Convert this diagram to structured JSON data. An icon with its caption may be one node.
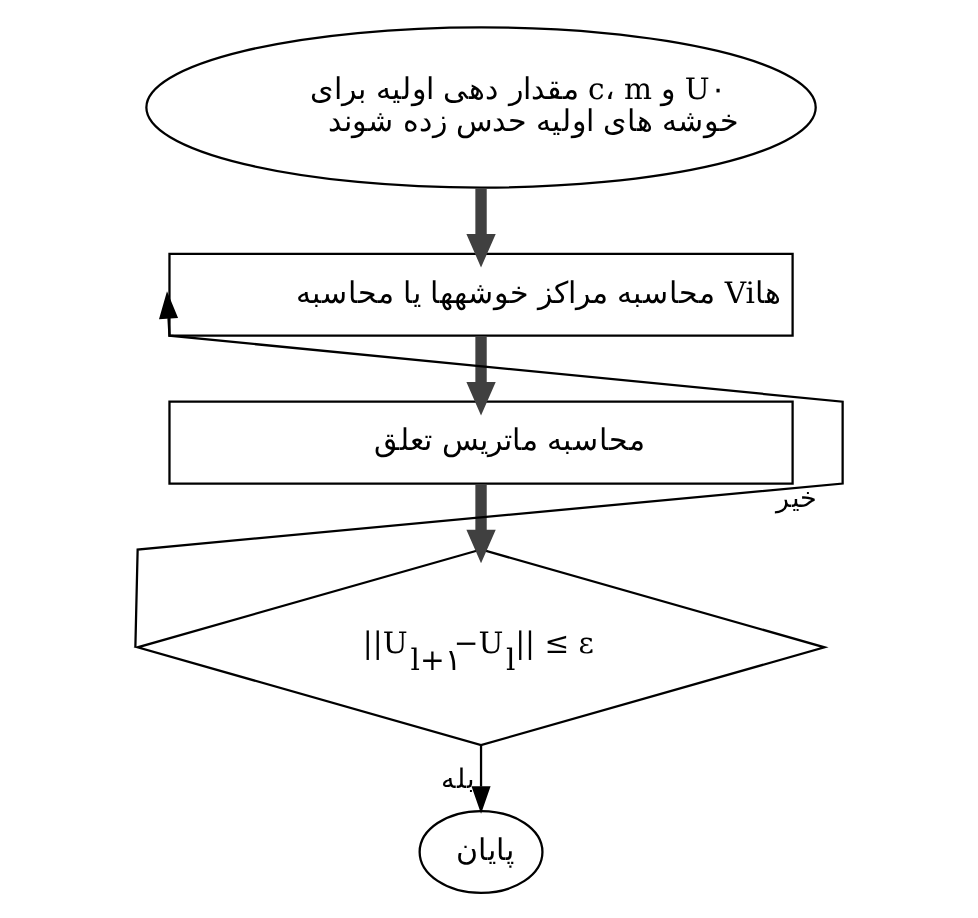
{
  "diagram": {
    "nodes": [
      {
        "text": [
          "مقدار دهی اولیه برای c، m و U٠",
          "خوشه های اولیه حدس زده شوند"
        ]
      },
      {
        "text": [
          "محاسبه مراکز خوشهها یا محاسبه Viها"
        ]
      },
      {
        "text": [
          "محاسبه ماتریس تعلق"
        ]
      },
      {
        "text": [
          "||U$_{l+۱}$−U$_{l}$|| ≤ ε"
        ]
      },
      {
        "text": [
          "پایان"
        ]
      }
    ],
    "edges": [
      {
        "from": 0,
        "to": 1,
        "arrow": "to",
        "color": "#404040"
      },
      {
        "from": 1,
        "to": 2,
        "arrow": "to",
        "color": "#404040"
      },
      {
        "from": 2,
        "to": 3,
        "arrow": "to",
        "color": "#404040"
      },
      {
        "from": 3,
        "to": 4,
        "arrow": "to",
        "label": "بله"
      },
      {
        "from": 3,
        "to": 1,
        "arrow": "to",
        "label": "خیر"
      }
    ]
  }
}
